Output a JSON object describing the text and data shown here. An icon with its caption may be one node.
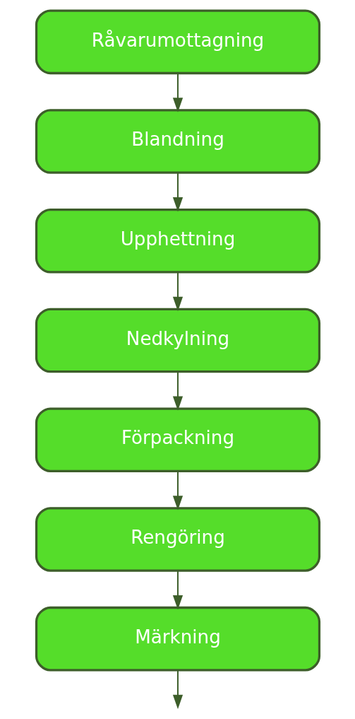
{
  "diagram": {
    "nodes": [
      {
        "text": [
          "Råvarumottagning"
        ]
      },
      {
        "text": [
          "Blandning"
        ]
      },
      {
        "text": [
          "Upphettning"
        ]
      },
      {
        "text": [
          "Nedkylning"
        ]
      },
      {
        "text": [
          "Förpackning"
        ]
      },
      {
        "text": [
          "Rengöring"
        ]
      },
      {
        "text": [
          "Märkning"
        ]
      }
    ],
    "edges": [
      {
        "from": 0,
        "to": 1,
        "arrow": "to"
      },
      {
        "from": 1,
        "to": 2,
        "arrow": "to"
      },
      {
        "from": 2,
        "to": 3,
        "arrow": "to"
      },
      {
        "from": 3,
        "to": 4,
        "arrow": "to"
      },
      {
        "from": 4,
        "to": 5,
        "arrow": "to"
      },
      {
        "from": 5,
        "to": 6,
        "arrow": "to"
      },
      {
        "from": 6,
        "to": null,
        "arrow": "to"
      }
    ]
  }
}
